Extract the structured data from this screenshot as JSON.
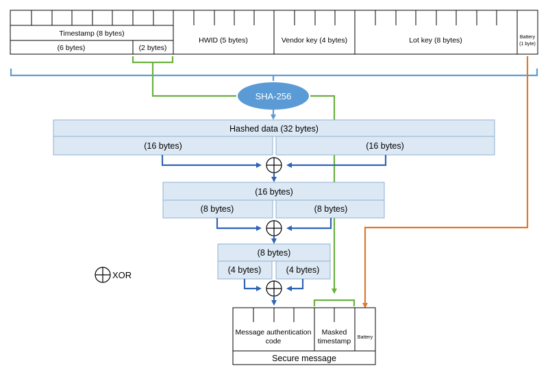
{
  "input_record": {
    "timestamp_label": "Timestamp (8 bytes)",
    "timestamp_part1_label": "(6 bytes)",
    "timestamp_part2_label": "(2 bytes)",
    "hwid_label": "HWID (5 bytes)",
    "vendor_key_label": "Vendor key (4 bytes)",
    "lot_key_label": "Lot key (8 bytes)",
    "battery_label_line1": "Battery",
    "battery_label_line2": "(1 byte)"
  },
  "hash": {
    "label": "SHA-256"
  },
  "level1": {
    "label": "Hashed data (32 bytes)",
    "left_label": "(16 bytes)",
    "right_label": "(16 bytes)"
  },
  "level2": {
    "label": "(16 bytes)",
    "left_label": "(8 bytes)",
    "right_label": "(8 bytes)"
  },
  "level3": {
    "label": "(8 bytes)",
    "left_label": "(4 bytes)",
    "right_label": "(4 bytes)"
  },
  "legend": {
    "xor_label": "XOR"
  },
  "output": {
    "mac_line1": "Message authentication",
    "mac_line2": "code",
    "masked_line1": "Masked",
    "masked_line2": "timestamp",
    "battery_label": "Battery",
    "secure_message_label": "Secure message"
  },
  "colors": {
    "hash_ellipse": "#5b9bd5",
    "hashed_box_fill": "#dce9f5",
    "xor_path": "#2f63b5",
    "timestamp_path": "#6ab040",
    "battery_path": "#e0782a"
  }
}
